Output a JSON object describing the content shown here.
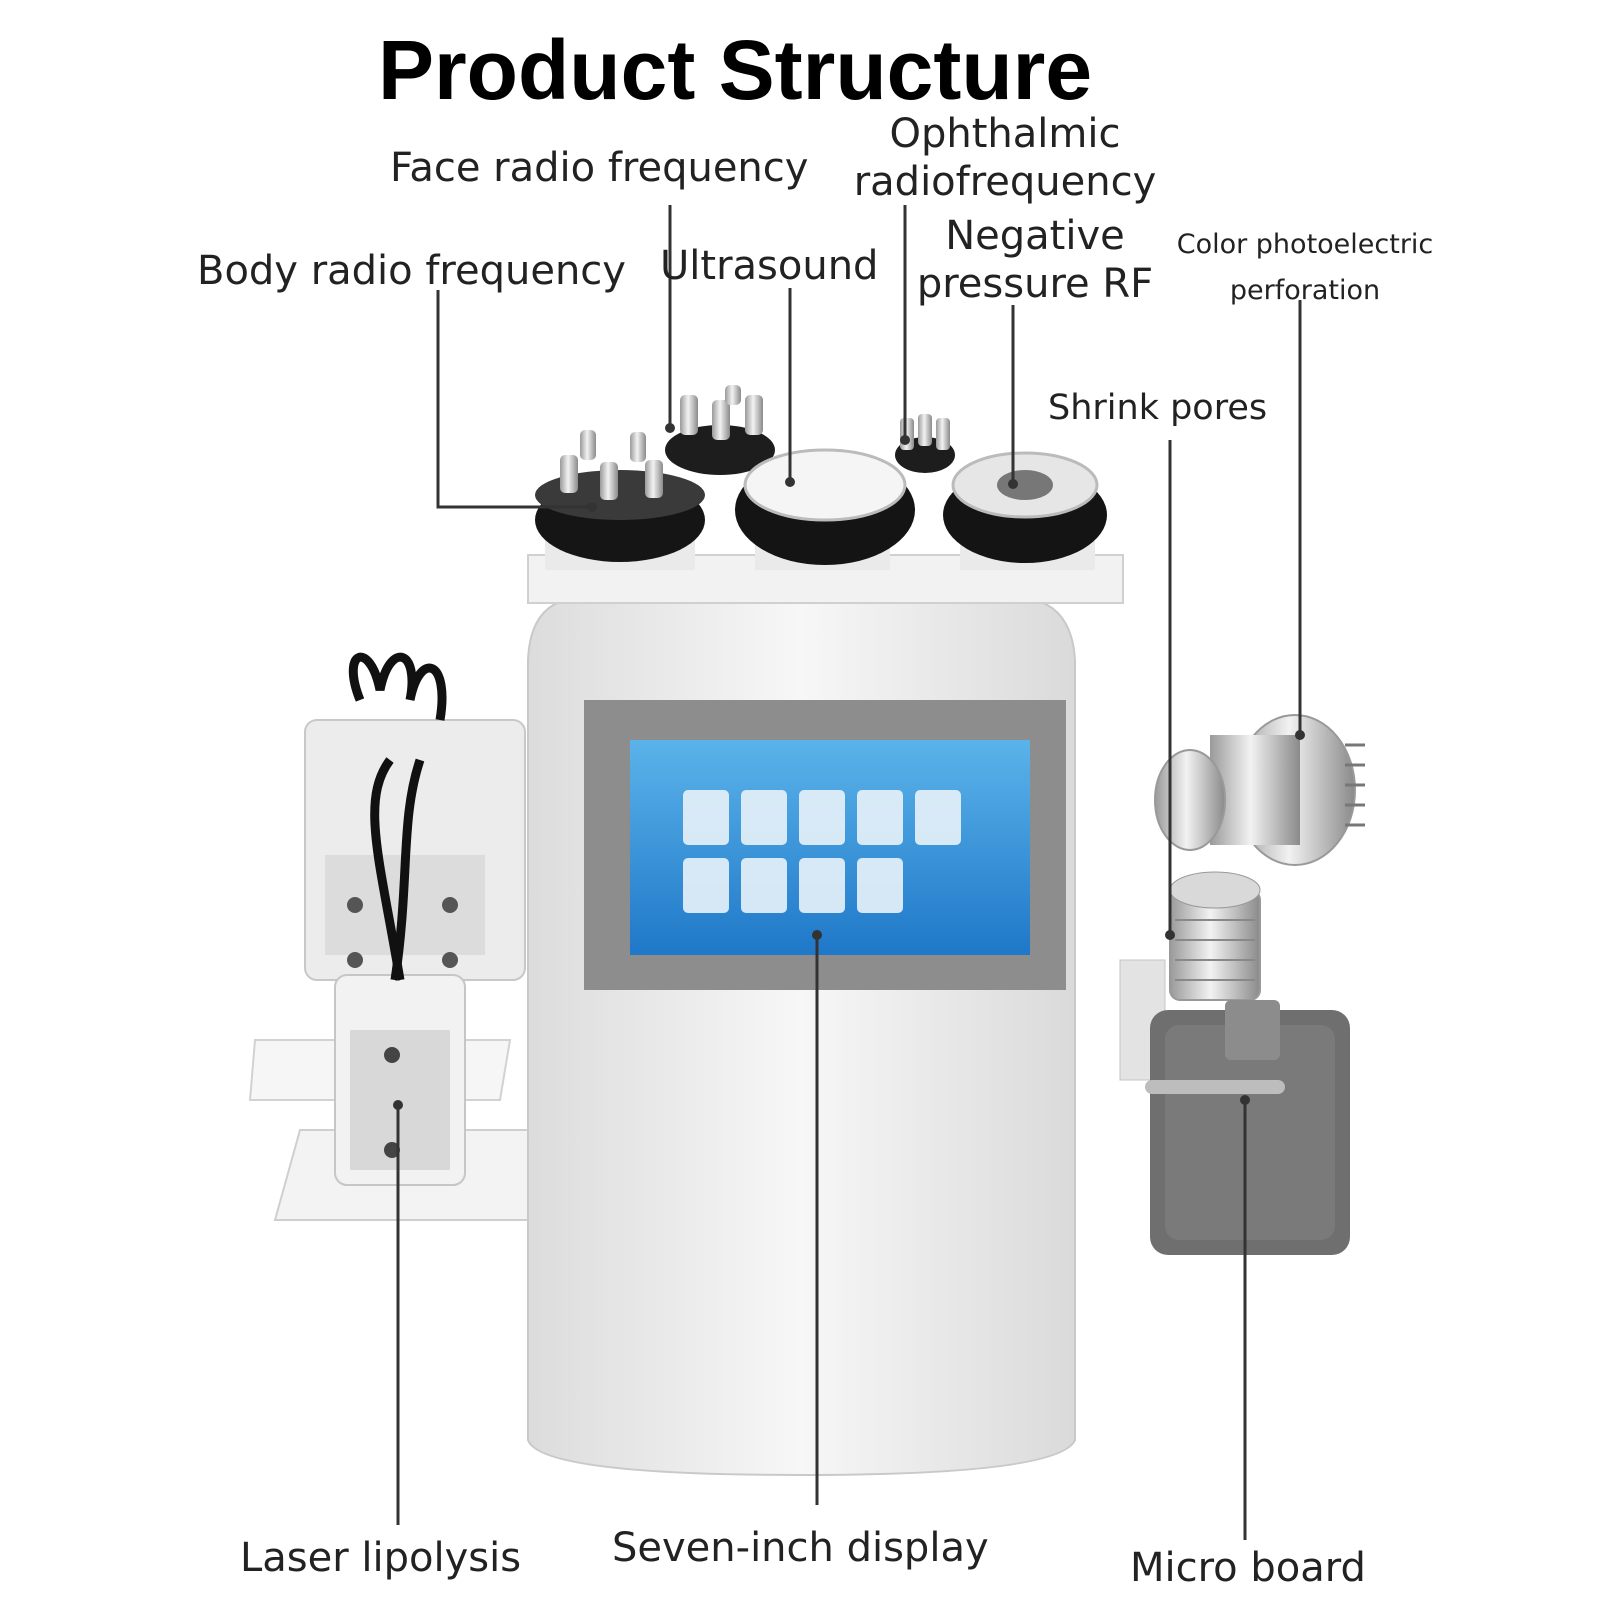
{
  "title": "Product Structure",
  "callouts": {
    "face_rf": "Face radio frequency",
    "ophthalmic_rf_line1": "Ophthalmic",
    "ophthalmic_rf_line2": "radiofrequency",
    "body_rf": "Body radio frequency",
    "ultrasound": "Ultrasound",
    "negative_pressure_line1": "Negative",
    "negative_pressure_line2": "pressure RF",
    "color_photo_line1": "Color photoelectric",
    "color_photo_line2": "perforation",
    "shrink_pores": "Shrink pores",
    "laser_lipolysis": "Laser lipolysis",
    "display": "Seven-inch display",
    "micro_board": "Micro board"
  },
  "colors": {
    "device_body": "#eeeeee",
    "screen": "#2f8fd6",
    "bezel": "#8f8f8f",
    "handle_black": "#1a1a1a",
    "micro_pad": "#6f6f6f",
    "leader_line": "#333333"
  }
}
